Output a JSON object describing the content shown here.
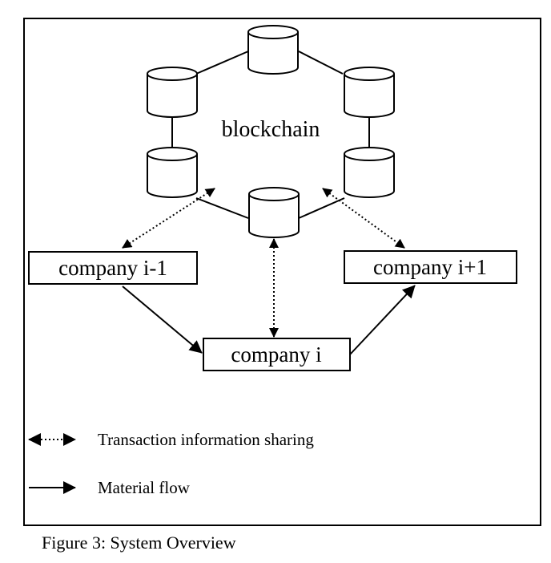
{
  "diagram": {
    "center_label": "blockchain",
    "companies": {
      "prev": "company i-1",
      "current": "company i",
      "next": "company i+1"
    },
    "legend": [
      {
        "key": "info",
        "label": "Transaction information sharing"
      },
      {
        "key": "material",
        "label": "Material flow"
      }
    ]
  },
  "caption": "Figure 3: System Overview",
  "colors": {
    "ink": "#000000",
    "background": "#ffffff"
  }
}
